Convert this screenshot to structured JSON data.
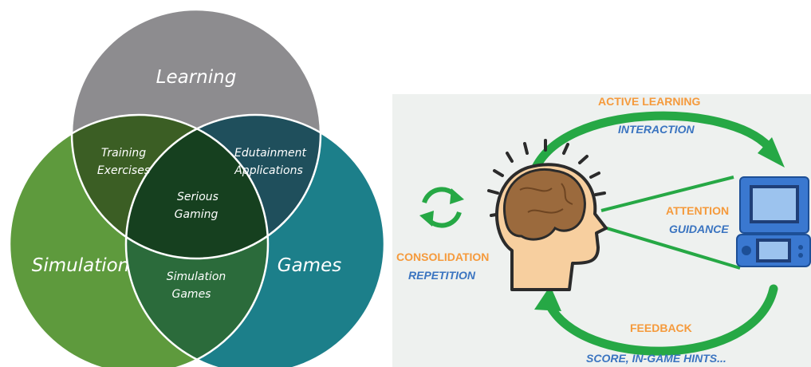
{
  "venn": {
    "circles": {
      "learning": "Learning",
      "simulation": "Simulation",
      "games": "Games"
    },
    "overlaps": {
      "learning_simulation": [
        "Training",
        "Exercises"
      ],
      "learning_games": [
        "Edutainment",
        "Applications"
      ],
      "simulation_games": [
        "Simulation",
        "Games"
      ],
      "center": [
        "Serious",
        "Gaming"
      ]
    },
    "colors": {
      "learning": "#8d8c8f",
      "simulation": "#5e9a3d",
      "games": "#1c7f8a",
      "learning_simulation": "#3b5e24",
      "learning_games": "#1f4f5c",
      "simulation_games": "#2b6b3b",
      "center": "#16401f"
    }
  },
  "cycle": {
    "active_learning": "ACTIVE LEARNING",
    "interaction": "INTERACTION",
    "attention": "ATTENTION",
    "guidance": "GUIDANCE",
    "consolidation": "CONSOLIDATION",
    "repetition": "REPETITION",
    "feedback": "FEEDBACK",
    "score_hints": "SCORE, IN-GAME HINTS...",
    "icons": [
      "head-brain-icon",
      "game-console-icon",
      "repeat-cycle-icon"
    ],
    "colors": {
      "orange": "#f59a3c",
      "blue": "#3a74c0",
      "green": "#26a845",
      "head_skin": "#f7cf9f",
      "brain": "#9b6a3d",
      "console": "#3a78d0"
    }
  }
}
